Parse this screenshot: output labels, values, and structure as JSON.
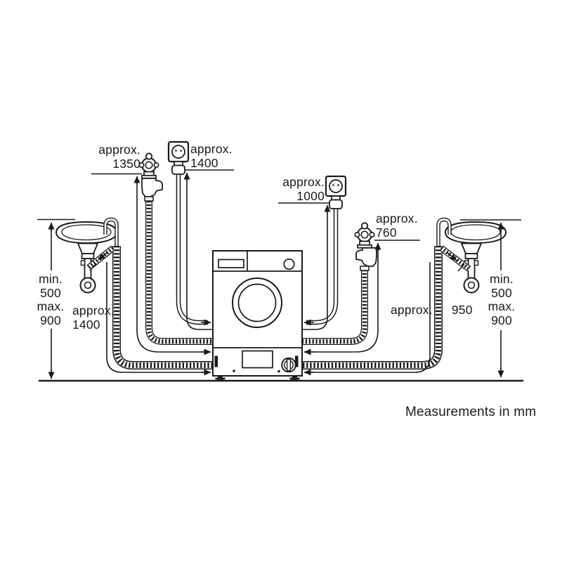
{
  "diagram": {
    "footer": "Measurements in mm",
    "labels": {
      "left_tap_height": "approx.\n1350",
      "left_outlet_cable": "approx.\n1400",
      "right_outlet_cable": "approx.\n1000",
      "right_tap_height": "approx.\n760",
      "left_drain_height": "min.\n500\nmax.\n900",
      "right_drain_height": "min.\n500\nmax.\n900",
      "left_drain_hose_length": "approx.\n1400",
      "right_drain_hose_length": "approx. 950"
    },
    "colors": {
      "line": "#1a1a1a",
      "background": "#ffffff"
    }
  }
}
